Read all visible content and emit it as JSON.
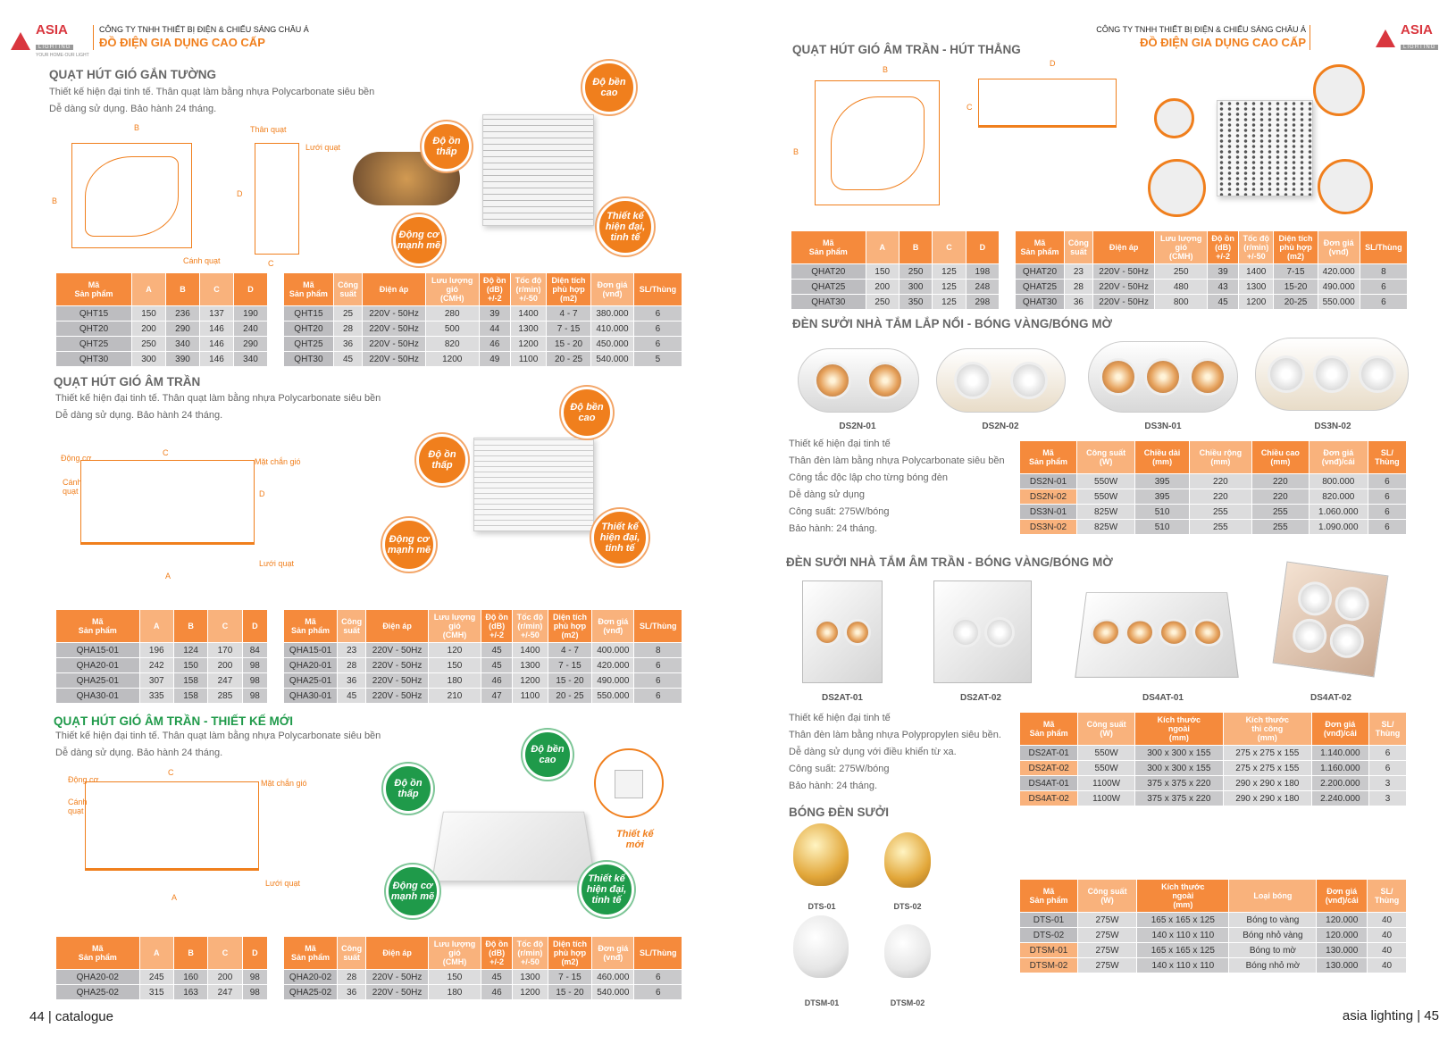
{
  "header": {
    "brand": "ASIA",
    "brand_sub": "LIGHTING",
    "tagline": "YOUR HOME·OUR LIGHT",
    "company": "CÔNG TY TNHH THIẾT BỊ ĐIỆN & CHIẾU SÁNG CHÂU Á",
    "subtitle": "ĐỒ ĐIỆN GIA DỤNG CAO CẤP"
  },
  "features": {
    "durable": "Độ bền\ncao",
    "quiet": "Độ ồn\nthấp",
    "design": "Thiết kế\nhiện đại,\ntinh tế",
    "motor": "Động cơ\nmạnh mẽ",
    "new_design": "Thiết kế\nmới"
  },
  "diagram_labels": {
    "a": "A",
    "b": "B",
    "c": "C",
    "d": "D",
    "body": "Thân quạt",
    "grille": "Lưới quạt",
    "blade": "Cánh quạt",
    "motor": "Động cơ",
    "blade2": "Cánh\nquạt",
    "shield": "Mặt chắn gió"
  },
  "s1": {
    "title": "QUẠT HÚT GIÓ GẮN TƯỜNG",
    "desc": "Thiết kế hiện đại tinh tế. Thân quạt làm bằng nhựa Polycarbonate siêu bền\nDễ dàng sử dụng. Bảo hành 24 tháng.",
    "dims": {
      "headers": [
        "Mã\nSản phẩm",
        "A",
        "B",
        "C",
        "D"
      ],
      "rows": [
        [
          "QHT15",
          "150",
          "236",
          "137",
          "190"
        ],
        [
          "QHT20",
          "200",
          "290",
          "146",
          "240"
        ],
        [
          "QHT25",
          "250",
          "340",
          "146",
          "290"
        ],
        [
          "QHT30",
          "300",
          "390",
          "146",
          "340"
        ]
      ]
    },
    "specs": {
      "headers": [
        "Mã\nSản phẩm",
        "Công\nsuất",
        "Điện áp",
        "Lưu lượng\ngió\n(CMH)",
        "Độ ồn\n(dB)\n+/-2",
        "Tốc độ\n(r/min)\n+/-50",
        "Diện tích\nphù hợp\n(m2)",
        "Đơn giá\n(vnđ)",
        "SL/Thùng"
      ],
      "rows": [
        [
          "QHT15",
          "25",
          "220V - 50Hz",
          "280",
          "39",
          "1400",
          "4 - 7",
          "380.000",
          "6"
        ],
        [
          "QHT20",
          "28",
          "220V - 50Hz",
          "500",
          "44",
          "1300",
          "7 - 15",
          "410.000",
          "6"
        ],
        [
          "QHT25",
          "36",
          "220V - 50Hz",
          "820",
          "46",
          "1200",
          "15 - 20",
          "450.000",
          "6"
        ],
        [
          "QHT30",
          "45",
          "220V - 50Hz",
          "1200",
          "49",
          "1100",
          "20 - 25",
          "540.000",
          "5"
        ]
      ]
    }
  },
  "s2": {
    "title": "QUẠT HÚT GIÓ ÂM TRẦN",
    "desc": "Thiết kế hiện đại tinh tế. Thân quạt làm bằng nhựa Polycarbonate siêu bền\nDễ dàng sử dụng. Bảo hành 24 tháng.",
    "dims": {
      "headers": [
        "Mã\nSản phẩm",
        "A",
        "B",
        "C",
        "D"
      ],
      "rows": [
        [
          "QHA15-01",
          "196",
          "124",
          "170",
          "84"
        ],
        [
          "QHA20-01",
          "242",
          "150",
          "200",
          "98"
        ],
        [
          "QHA25-01",
          "307",
          "158",
          "247",
          "98"
        ],
        [
          "QHA30-01",
          "335",
          "158",
          "285",
          "98"
        ]
      ]
    },
    "specs": {
      "headers": [
        "Mã\nSản phẩm",
        "Công\nsuất",
        "Điện áp",
        "Lưu lượng\ngió\n(CMH)",
        "Độ ồn\n(dB)\n+/-2",
        "Tốc độ\n(r/min)\n+/-50",
        "Diện tích\nphù hợp\n(m2)",
        "Đơn giá\n(vnđ)",
        "SL/Thùng"
      ],
      "rows": [
        [
          "QHA15-01",
          "23",
          "220V - 50Hz",
          "120",
          "45",
          "1400",
          "4 - 7",
          "400.000",
          "8"
        ],
        [
          "QHA20-01",
          "28",
          "220V - 50Hz",
          "150",
          "45",
          "1300",
          "7 - 15",
          "420.000",
          "6"
        ],
        [
          "QHA25-01",
          "36",
          "220V - 50Hz",
          "180",
          "46",
          "1200",
          "15 - 20",
          "490.000",
          "6"
        ],
        [
          "QHA30-01",
          "45",
          "220V - 50Hz",
          "210",
          "47",
          "1100",
          "20 - 25",
          "550.000",
          "6"
        ]
      ]
    }
  },
  "s3": {
    "title": "QUẠT HÚT GIÓ ÂM TRẦN - THIẾT KẾ MỚI",
    "desc": "Thiết kế hiện đại tinh tế. Thân quạt làm bằng nhựa Polycarbonate siêu bền\nDễ dàng sử dụng. Bảo hành 24 tháng.",
    "dims": {
      "headers": [
        "Mã\nSản phẩm",
        "A",
        "B",
        "C",
        "D"
      ],
      "rows": [
        [
          "QHA20-02",
          "245",
          "160",
          "200",
          "98"
        ],
        [
          "QHA25-02",
          "315",
          "163",
          "247",
          "98"
        ]
      ]
    },
    "specs": {
      "headers": [
        "Mã\nSản phẩm",
        "Công\nsuất",
        "Điện áp",
        "Lưu lượng\ngió\n(CMH)",
        "Độ ồn\n(dB)\n+/-2",
        "Tốc độ\n(r/min)\n+/-50",
        "Diện tích\nphù hợp\n(m2)",
        "Đơn giá\n(vnđ)",
        "SL/Thùng"
      ],
      "rows": [
        [
          "QHA20-02",
          "28",
          "220V - 50Hz",
          "150",
          "45",
          "1300",
          "7 - 15",
          "460.000",
          "6"
        ],
        [
          "QHA25-02",
          "36",
          "220V - 50Hz",
          "180",
          "46",
          "1200",
          "15 - 20",
          "540.000",
          "6"
        ]
      ]
    }
  },
  "s4": {
    "title": "QUẠT HÚT GIÓ ÂM TRẦN - HÚT THẲNG",
    "dims": {
      "headers": [
        "Mã\nSản phẩm",
        "A",
        "B",
        "C",
        "D"
      ],
      "rows": [
        [
          "QHAT20",
          "150",
          "250",
          "125",
          "198"
        ],
        [
          "QHAT25",
          "200",
          "300",
          "125",
          "248"
        ],
        [
          "QHAT30",
          "250",
          "350",
          "125",
          "298"
        ]
      ]
    },
    "specs": {
      "headers": [
        "Mã\nSản phẩm",
        "Công\nsuất",
        "Điện áp",
        "Lưu lượng\ngió\n(CMH)",
        "Độ ồn\n(dB)\n+/-2",
        "Tốc độ\n(r/min)\n+/-50",
        "Diện tích\nphù hợp\n(m2)",
        "Đơn giá\n(vnđ)",
        "SL/Thùng"
      ],
      "rows": [
        [
          "QHAT20",
          "23",
          "220V - 50Hz",
          "250",
          "39",
          "1400",
          "7-15",
          "420.000",
          "8"
        ],
        [
          "QHAT25",
          "28",
          "220V - 50Hz",
          "480",
          "43",
          "1300",
          "15-20",
          "490.000",
          "6"
        ],
        [
          "QHAT30",
          "36",
          "220V - 50Hz",
          "800",
          "45",
          "1200",
          "20-25",
          "550.000",
          "6"
        ]
      ]
    }
  },
  "s5": {
    "title": "ĐÈN SƯỞI NHÀ TẮM LẮP NỔI - BÓNG VÀNG/BÓNG MỜ",
    "products": [
      "DS2N-01",
      "DS2N-02",
      "DS3N-01",
      "DS3N-02"
    ],
    "desc": "Thiết kế hiện đại tinh tế\nThân đèn làm bằng nhựa Polycarbonate siêu bền\nCông tắc độc lập cho từng bóng đèn\nDễ dàng sử dụng\nCông suất: 275W/bóng\nBảo hành: 24 tháng.",
    "table": {
      "headers": [
        "Mã\nSản phẩm",
        "Công suất\n(W)",
        "Chiều dài\n(mm)",
        "Chiều rộng\n(mm)",
        "Chiều cao\n(mm)",
        "Đơn giá\n(vnđ)/cái",
        "SL/\nThùng"
      ],
      "rows": [
        [
          "DS2N-01",
          "550W",
          "395",
          "220",
          "220",
          "800.000",
          "6"
        ],
        [
          "DS2N-02",
          "550W",
          "395",
          "220",
          "220",
          "820.000",
          "6"
        ],
        [
          "DS3N-01",
          "825W",
          "510",
          "255",
          "255",
          "1.060.000",
          "6"
        ],
        [
          "DS3N-02",
          "825W",
          "510",
          "255",
          "255",
          "1.090.000",
          "6"
        ]
      ]
    }
  },
  "s6": {
    "title": "ĐÈN SƯỞI NHÀ TẮM ÂM TRẦN - BÓNG VÀNG/BÓNG MỜ",
    "products": [
      "DS2AT-01",
      "DS2AT-02",
      "DS4AT-01",
      "DS4AT-02"
    ],
    "desc": "Thiết kế hiện đại tinh tế\nThân đèn làm bằng nhựa Polypropylen siêu bền.\nDễ dàng sử dụng với điều khiển từ xa.\nCông suất: 275W/bóng\nBảo hành: 24 tháng.",
    "table": {
      "headers": [
        "Mã\nSản phẩm",
        "Công suất\n(W)",
        "Kích thước\nngoài\n(mm)",
        "Kích thước\nthi công\n(mm)",
        "Đơn giá\n(vnđ)/cái",
        "SL/\nThùng"
      ],
      "rows": [
        [
          "DS2AT-01",
          "550W",
          "300 x 300 x 155",
          "275 x 275 x 155",
          "1.140.000",
          "6"
        ],
        [
          "DS2AT-02",
          "550W",
          "300 x 300 x 155",
          "275 x 275 x 155",
          "1.160.000",
          "6"
        ],
        [
          "DS4AT-01",
          "1100W",
          "375 x 375 x 220",
          "290 x 290 x 180",
          "2.200.000",
          "3"
        ],
        [
          "DS4AT-02",
          "1100W",
          "375 x 375 x 220",
          "290 x 290 x 180",
          "2.240.000",
          "3"
        ]
      ]
    }
  },
  "s7": {
    "title": "BÓNG ĐÈN SƯỞI",
    "products": [
      "DTS-01",
      "DTS-02",
      "DTSM-01",
      "DTSM-02"
    ],
    "table": {
      "headers": [
        "Mã\nSản phẩm",
        "Công suất\n(W)",
        "Kích thước\nngoài\n(mm)",
        "Loại bóng",
        "Đơn giá\n(vnđ)/cái",
        "SL/\nThùng"
      ],
      "rows": [
        [
          "DTS-01",
          "275W",
          "165 x 165 x 125",
          "Bóng to vàng",
          "120.000",
          "40"
        ],
        [
          "DTS-02",
          "275W",
          "140 x 110 x 110",
          "Bóng nhỏ vàng",
          "120.000",
          "40"
        ],
        [
          "DTSM-01",
          "275W",
          "165 x 165 x 125",
          "Bóng to mờ",
          "130.000",
          "40"
        ],
        [
          "DTSM-02",
          "275W",
          "140 x 110 x 110",
          "Bóng nhỏ mờ",
          "130.000",
          "40"
        ]
      ]
    }
  },
  "footer": {
    "left": "44 | catalogue",
    "right": "asia lighting | 45"
  }
}
